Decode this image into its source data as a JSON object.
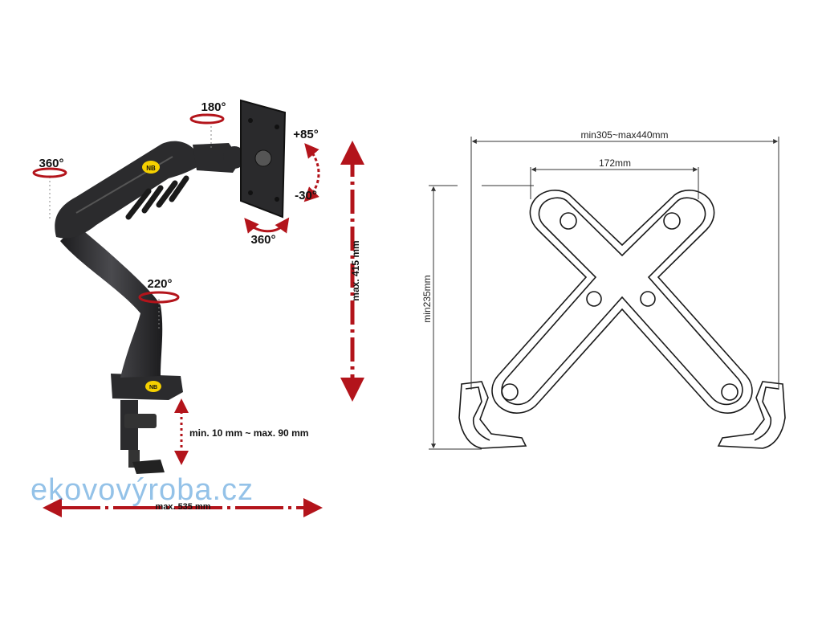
{
  "arm": {
    "rotation_top_label": "180°",
    "rotation_left_label": "360°",
    "tilt_up_label": "+85°",
    "tilt_down_label": "-30°",
    "rotation_plate_label": "360°",
    "rotation_elbow_label": "220°",
    "height_label": "max. 415 mm",
    "clamp_label": "min. 10 mm ~ max. 90 mm",
    "reach_label": "max. 535 mm",
    "brand_badge": "NB"
  },
  "watermark": {
    "text": "ekovovýroba.cz"
  },
  "bracket": {
    "overall_width_label": "min305~max440mm",
    "hole_spacing_label": "172mm",
    "height_label": "min235mm"
  },
  "colors": {
    "arrow_red": "#b3141b",
    "watermark_blue": "#3d8fd6",
    "arm_dark": "#2b2b2d",
    "badge_yellow": "#f5d000"
  }
}
